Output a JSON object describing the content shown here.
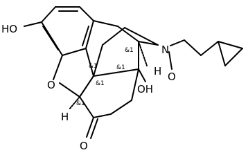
{
  "molecule": {
    "atoms": {
      "ho_top": "HO",
      "oh_mid": "OH",
      "ring_o": "O",
      "n": "N",
      "n_oxide_o": "O",
      "ketone_o": "O",
      "h_left": "H",
      "h_right": "H"
    },
    "stereo_labels": [
      "&1",
      "&1",
      "&1",
      "&1",
      "&1"
    ],
    "colors": {
      "bonds": "#000000",
      "background": "#ffffff"
    }
  }
}
